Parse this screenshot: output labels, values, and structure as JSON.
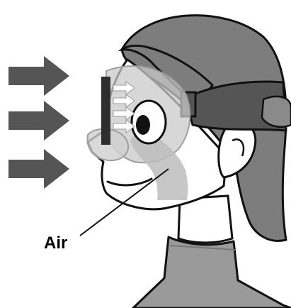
{
  "labels": {
    "air": "Air"
  },
  "colors": {
    "hair": "#7d7d7d",
    "skin": "#ffffff",
    "outline": "#111111",
    "mask_band": "#555555",
    "mask_shield": "#c9c9c9",
    "airflow": "#bdbdbd",
    "arrows": "#555555",
    "shirt": "#9a9a9a"
  },
  "figure": {
    "subject": "person-profile-wearing-goggle-mask",
    "incoming_arrow_count": 3,
    "inner_arrow_count": 4
  }
}
